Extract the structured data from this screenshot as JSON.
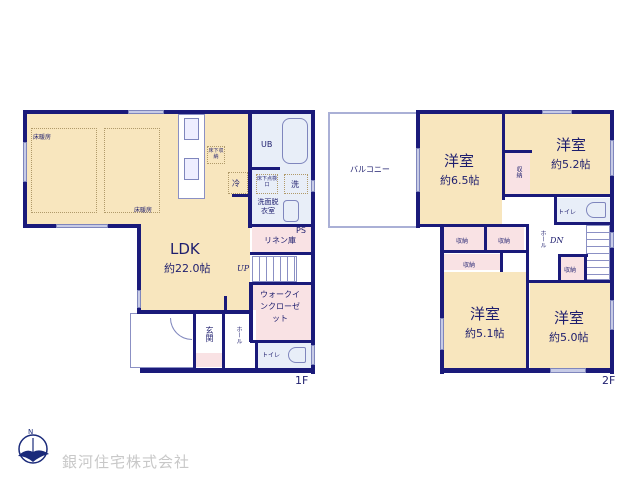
{
  "floor_1": {
    "label": "1F",
    "rooms": {
      "ldk": {
        "name": "LDK",
        "size": "約22.0帖"
      },
      "floor_heating_1": "床暖房",
      "floor_heating_2": "床暖房",
      "underfloor_storage": "床下収納",
      "fridge": "冷",
      "unit_bath": "UB",
      "underfloor_inspection": "床下点検口",
      "washer": "洗",
      "washroom": "洗面脱衣室",
      "ps": "PS",
      "linen": "リネン庫",
      "up": "UP",
      "walk_in_closet": "ウォークインクローゼット",
      "entrance": "玄関",
      "hall": "ホール",
      "toilet": "トイレ"
    }
  },
  "floor_2": {
    "label": "2F",
    "rooms": {
      "balcony": "バルコニー",
      "western_a": {
        "name": "洋室",
        "size": "約6.5帖"
      },
      "western_b": {
        "name": "洋室",
        "size": "約5.2帖"
      },
      "western_c": {
        "name": "洋室",
        "size": "約5.1帖"
      },
      "western_d": {
        "name": "洋室",
        "size": "約5.0帖"
      },
      "storage": "収納",
      "toilet": "トイレ",
      "hall": "ホール",
      "down": "DN"
    }
  },
  "compass": {
    "north": "N"
  },
  "company": {
    "name": "銀河住宅株式会社"
  },
  "colors": {
    "wall": "#1a1a7a",
    "room_beige": "#f8e6be",
    "room_pink": "#f9e2e4",
    "room_blue": "#e8eef8"
  }
}
